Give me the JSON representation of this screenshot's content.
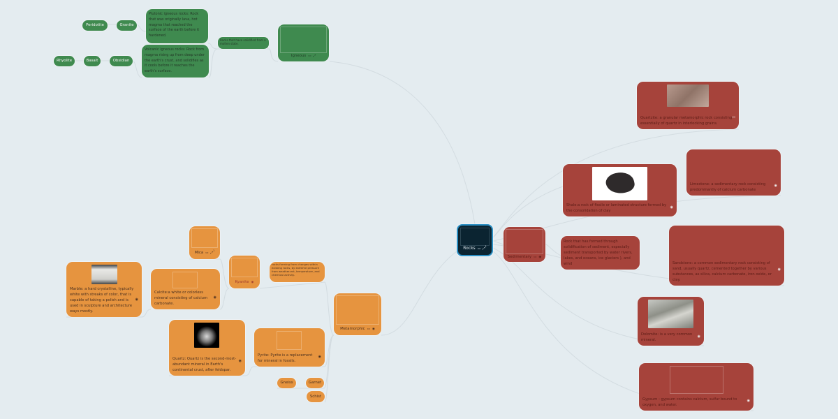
{
  "root": {
    "label": "Rocks",
    "icons": [
      "note-icon",
      "link-icon"
    ],
    "link_count": "1"
  },
  "colors": {
    "background": "#e4ecf0",
    "igneous": "#3f8a4f",
    "sedimentary": "#a6433b",
    "metamorphic": "#e6943f",
    "root": "#0b2431",
    "root_border": "#2a8fc4"
  },
  "igneous": {
    "label": "Igneous",
    "description": "Rocks that have solidified from a molten state.",
    "plutonic": "Plutonic igneous rocks: Rock that was originally lava, hot magma that reached the surface of the earth before it hardened.",
    "volcanic": "Volcanic igneous rocks: Rock from magma rising up from deep under the earth's crust, and solidifies as it cools before it reaches the earth's surface.",
    "plutonic_examples": [
      "Granite",
      "Peridotite"
    ],
    "volcanic_examples": [
      "Obsidian",
      "Basalt",
      "Rhyolite"
    ]
  },
  "sedimentary": {
    "label": "Sedimentary",
    "description": "Rock that has formed through solidification of sediment, especially sediment transported by water rivers, lakes, and oceans, ice glaciers ), and wind",
    "shale": "Shale:a rock of fissile or laminated structure formed by the consolidation of clay",
    "quartzite": "Quartzite: a granular metamorphic rock consisting essentially of quartz in interlocking grains.",
    "limestone": "Limestone:  a sedimentary rock consisting predominantly of calcium carbonate",
    "sandstone": "Sandstone: a common sedimentary rock consisting of sand, usually quartz, cemented together by various substances, as silica, calcium carbonate, iron oxide, or clay.",
    "dolomite": "Dolomite: is a very common mineral.",
    "gypsum": "Gypsum : gypsum contains calcium, sulfur bound to oxygen, and water."
  },
  "metamorphic": {
    "label": "Metamorphic",
    "description": "rocks forming from changes within existing rocks, by extreme pressure from weather-ext, temperature, and chemical activity.",
    "kyanite": "Kyanite",
    "mica": "Mica",
    "mica_link_count": "1",
    "calcite": "Calcite:a white or colorless mineral consisting of calcium carbonate.",
    "marble": "Marble: a hard crystalline, typically white with streaks of color, that is capable of taking a polish and is used in sculpture and architecture ways mostly.",
    "quartz": "Quartz: Quartz is the second-most-abundant mineral in Earth's continental crust, after feldspar.",
    "pyrite": "Pyrite: Pyrite is a replacement for mineral in fossils.",
    "gneiss": "Gneiss",
    "garnet": "Garnet",
    "schist": "Schist"
  }
}
